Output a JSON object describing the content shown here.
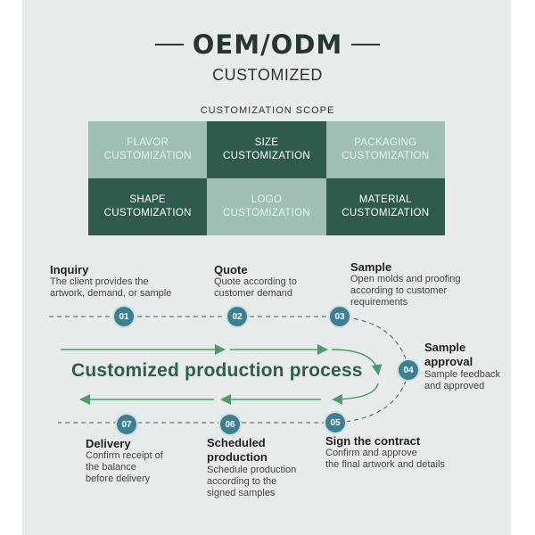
{
  "header": {
    "title": "OEM/ODM",
    "subtitle": "CUSTOMIZED"
  },
  "scope": {
    "title": "CUSTOMIZATION  SCOPE",
    "cells": [
      {
        "label": "FLAVOR\nCUSTOMIZATION",
        "style": "light"
      },
      {
        "label": "SIZE\nCUSTOMIZATION",
        "style": "dark"
      },
      {
        "label": "PACKAGING\nCUSTOMIZATION",
        "style": "light"
      },
      {
        "label": "SHAPE\nCUSTOMIZATION",
        "style": "dark"
      },
      {
        "label": "LOGO\nCUSTOMIZATION",
        "style": "light"
      },
      {
        "label": "MATERIAL\nCUSTOMIZATION",
        "style": "dark"
      }
    ]
  },
  "process": {
    "label": "Customized production process",
    "steps": [
      {
        "num": "01",
        "title": "Inquiry",
        "desc": "The client provides the\nartwork, demand, or sample"
      },
      {
        "num": "02",
        "title": "Quote",
        "desc": "Quote according to\ncustomer demand"
      },
      {
        "num": "03",
        "title": "Sample",
        "desc": "Open molds and proofing\naccording to customer\n requirements"
      },
      {
        "num": "04",
        "title": "Sample\napproval",
        "desc": "Sample feedback\nand approved"
      },
      {
        "num": "05",
        "title": "Sign the contract",
        "desc": "Confirm and approve\nthe final artwork and details"
      },
      {
        "num": "06",
        "title": "Scheduled\nproduction",
        "desc": "Schedule production\naccording to the\nsigned samples"
      },
      {
        "num": "07",
        "title": "Delivery",
        "desc": "Confirm receipt of\nthe balance\nbefore delivery"
      }
    ]
  },
  "colors": {
    "dark_green": "#2f5a4e",
    "light_green": "#9fbfb6",
    "badge": "#3b7f90",
    "arrow": "#4c9a6e"
  }
}
